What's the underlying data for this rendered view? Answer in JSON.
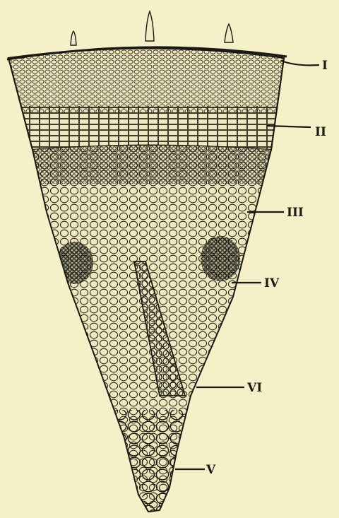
{
  "figure": {
    "colors": {
      "paper": "#f6f0c8",
      "ink": "#1a1a14",
      "cell_fill": "#efe7bd"
    },
    "labels": {
      "l1": "I",
      "l2": "II",
      "l3": "III",
      "l4": "IV",
      "l5": "V",
      "l6": "VI"
    }
  }
}
